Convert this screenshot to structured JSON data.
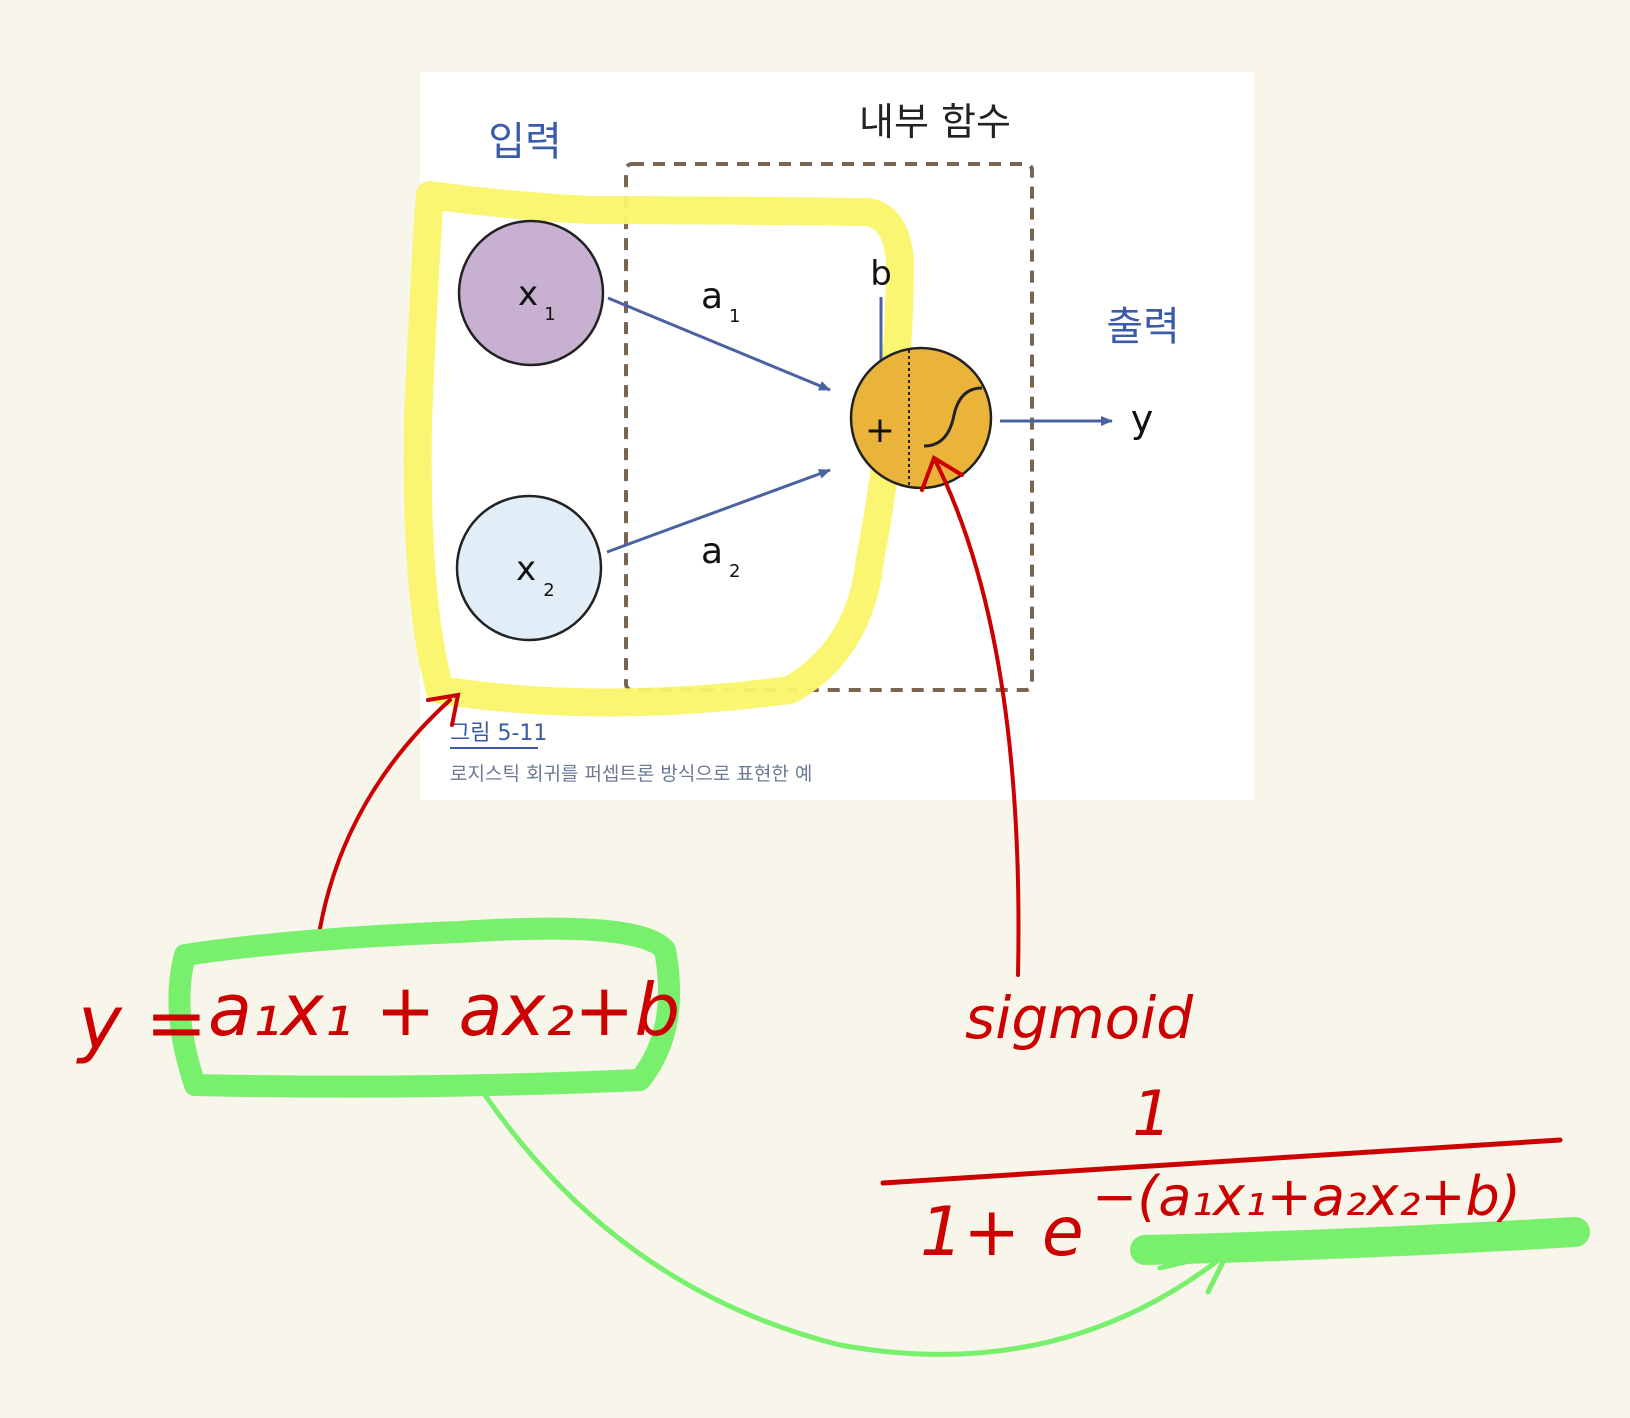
{
  "figure": {
    "input_label": "입력",
    "hidden_label": "내부 함수",
    "output_label": "출력",
    "node_x1": "x",
    "node_x1_sub": "1",
    "node_x2": "x",
    "node_x2_sub": "2",
    "weight_a1": "a",
    "weight_a1_sub": "1",
    "weight_a2": "a",
    "weight_a2_sub": "2",
    "bias": "b",
    "sum_symbol": "+",
    "output_y": "y",
    "caption_title": "그림 5-11",
    "caption_text": "로지스틱 회귀를 퍼셉트론 방식으로 표현한 예"
  },
  "annotations": {
    "linear_eq_lhs": "y =",
    "linear_eq_rhs": "a₁x₁ + ax₂+b",
    "sigmoid_label": "sigmoid",
    "sigmoid_numerator": "1",
    "sigmoid_denominator": "1+ e",
    "sigmoid_exponent": "−(a₁x₁+a₂x₂+b)"
  },
  "colors": {
    "background": "#f8f5ea",
    "panel": "#ffffff",
    "node_x1": "#c8b0d1",
    "node_x2": "#e1eef8",
    "sum_node": "#eab33a",
    "arrow_blue": "#4a63a0",
    "label_blue": "#3a5ba8",
    "dashed_box": "#7a6650",
    "highlight_yellow": "#fbf56a",
    "highlight_green": "#78f06e",
    "ink_red": "#cc0000"
  }
}
